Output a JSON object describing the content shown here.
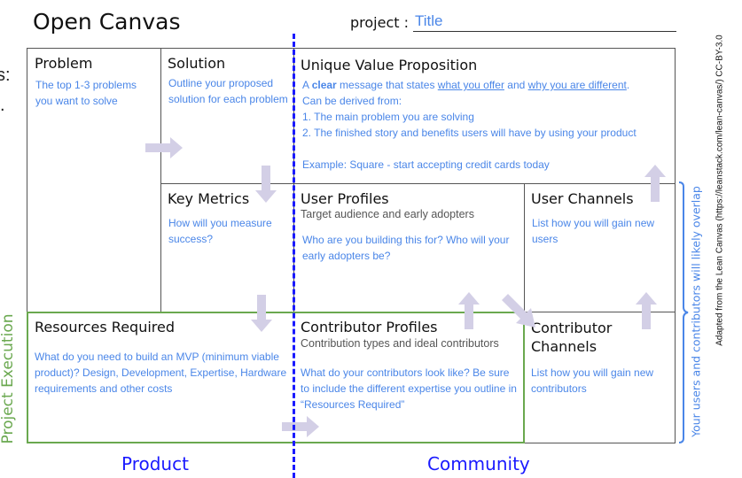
{
  "header": {
    "title": "Open Canvas",
    "project_label": "project : ",
    "project_value": "Title"
  },
  "edge_fragments": [
    "s:",
    "."
  ],
  "cells": {
    "problem": {
      "title": "Problem",
      "text": "The top 1-3 problems you want to solve"
    },
    "solution": {
      "title": "Solution",
      "text": "Outline your proposed solution for each problem"
    },
    "uvp": {
      "title": "Unique Value Proposition",
      "line1_a": "A ",
      "line1_bold": "clear",
      "line1_b": " message that states ",
      "line1_link1": "what you offer",
      "line1_c": " and ",
      "line1_link2": "why you are different",
      "line1_d": ".",
      "line2": "Can be derived from:",
      "line3": "1. The main problem you are solving",
      "line4": "2. The finished story and benefits users will have by using your product",
      "example": "Example: Square - start accepting credit cards today"
    },
    "key_metrics": {
      "title": "Key Metrics",
      "text": "How will you measure success?"
    },
    "user_profiles": {
      "title": "User Profiles",
      "subtitle": "Target audience and early adopters",
      "text": "Who are you building this for? Who will your early adopters be?"
    },
    "user_channels": {
      "title": "User Channels",
      "text": "List how you will gain new users"
    },
    "resources": {
      "title": "Resources Required",
      "text": "What do you need to build an MVP (minimum viable product)? Design, Development, Expertise, Hardware requirements and other costs"
    },
    "contributor_profiles": {
      "title": "Contributor Profiles",
      "subtitle": "Contribution types and ideal contributors",
      "text": "What do your contributors look like? Be sure to include the different expertise you outline in  “Resources Required”"
    },
    "contributor_channels": {
      "title": "Contributor Channels",
      "text": "List how you will gain new contributors"
    }
  },
  "labels": {
    "product": "Product",
    "community": "Community",
    "project_execution": "Project Execution",
    "overlap": "Your users and contributors will likely overlap",
    "attribution": "Adapted from the Lean Canvas (https://leanstack.com/lean-canvas/) CC-BY-3.0"
  },
  "colors": {
    "text_blue": "#4a86e8",
    "divider_blue": "#1a1aff",
    "execution_green": "#6aa84f",
    "arrow": "#d3cfe6"
  }
}
